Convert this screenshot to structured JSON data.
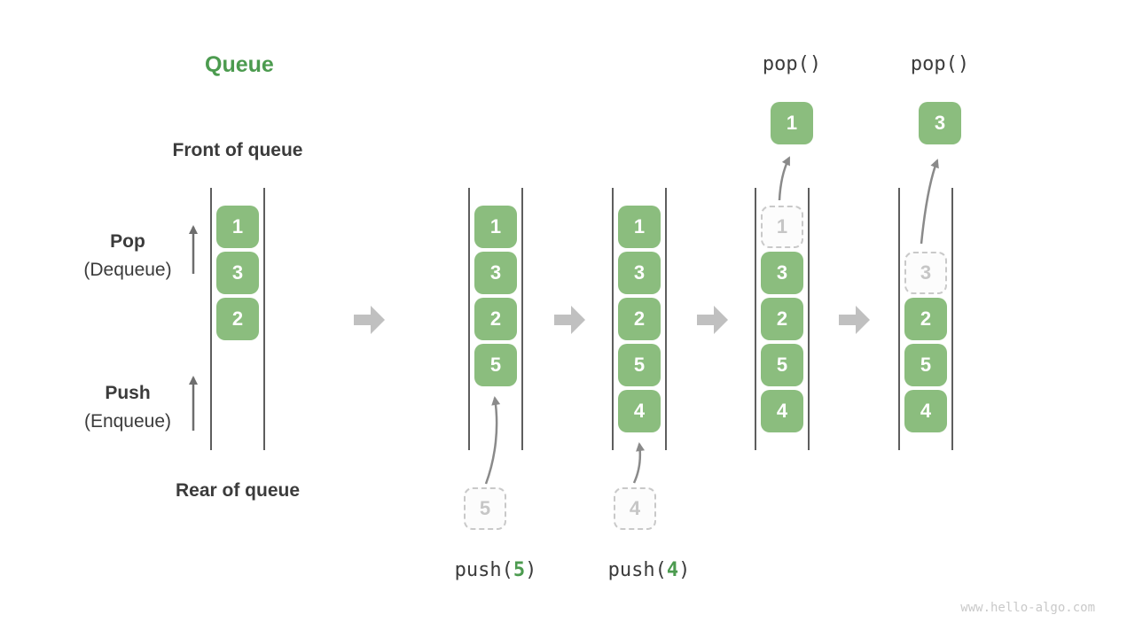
{
  "title": "Queue",
  "labels": {
    "front": "Front of queue",
    "rear": "Rear of queue",
    "pop_op": "Pop",
    "pop_sub": "(Dequeue)",
    "push_op": "Push",
    "push_sub": "(Enqueue)"
  },
  "colors": {
    "cell-green": "#8BBD7E",
    "accent-green": "#4C9B4F",
    "dark-text": "#3B3B3B",
    "wall": "#5E5E5E",
    "flow-arrow": "#C0C0C0",
    "motion-arrow": "#8A8A8A",
    "up-arrow": "#6E6E6E",
    "dashed-border": "#C9C9C9",
    "dashed-text": "#C6C6C6",
    "dashed-bg": "#FCFCFC",
    "watermark": "#C9C9C9"
  },
  "columns": [
    {
      "cells": [
        "1",
        "3",
        "2"
      ]
    },
    {
      "cells": [
        "1",
        "3",
        "2",
        "5"
      ],
      "incoming": "5",
      "call": {
        "pre": "push(",
        "arg": "5",
        "post": ")"
      }
    },
    {
      "cells": [
        "1",
        "3",
        "2",
        "5",
        "4"
      ],
      "incoming": "4",
      "call": {
        "pre": "push(",
        "arg": "4",
        "post": ")"
      }
    },
    {
      "cells": [
        "3",
        "2",
        "5",
        "4"
      ],
      "leaving": "1",
      "popped": "1",
      "call": "pop()"
    },
    {
      "cells": [
        "2",
        "5",
        "4"
      ],
      "leaving": "3",
      "popped": "3",
      "call": "pop()"
    }
  ],
  "watermark": "www.hello-algo.com"
}
